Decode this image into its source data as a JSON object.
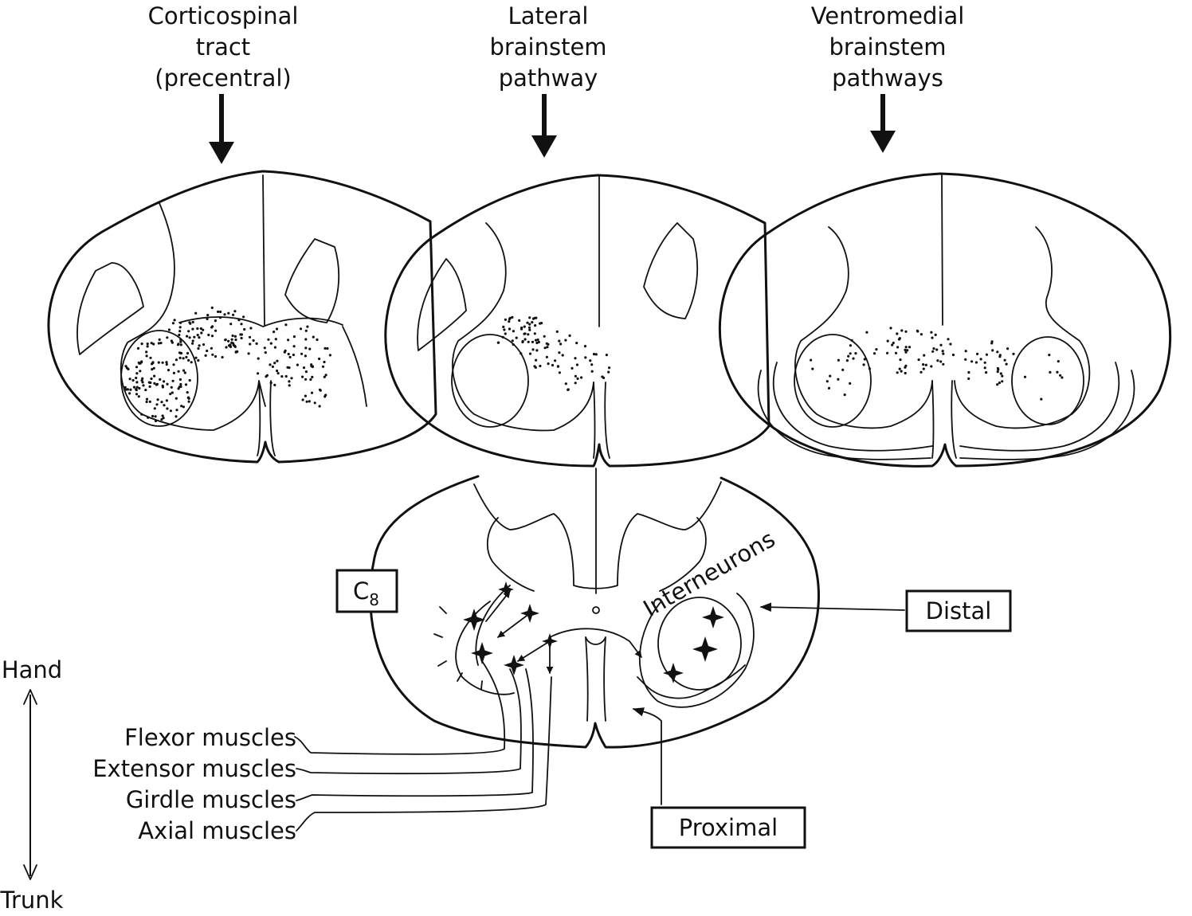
{
  "pathways": {
    "corticospinal": [
      "Corticospinal",
      "tract",
      "(precentral)"
    ],
    "lateral": [
      "Lateral",
      "brainstem",
      "pathway"
    ],
    "ventromedial": [
      "Ventromedial",
      "brainstem",
      "pathways"
    ]
  },
  "bottom": {
    "segment_base": "C",
    "segment_sub": "8",
    "interneurons": "Interneurons",
    "distal": "Distal",
    "proximal": "Proximal",
    "muscles": [
      "Flexor muscles",
      "Extensor muscles",
      "Girdle muscles",
      "Axial muscles"
    ]
  },
  "axis": {
    "top": "Hand",
    "bottom": "Trunk"
  }
}
